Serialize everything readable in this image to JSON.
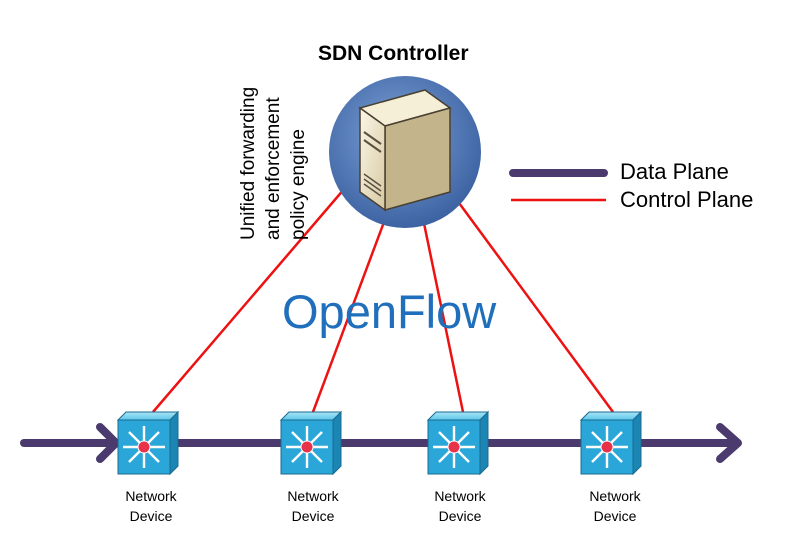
{
  "controller": {
    "title": "SDN Controller",
    "description_lines": [
      "Unified forwarding",
      "and enforcement",
      "policy engine"
    ]
  },
  "protocol_label": "OpenFlow",
  "legend": {
    "data_plane": "Data Plane",
    "control_plane": "Control Plane"
  },
  "devices": [
    {
      "line1": "Network",
      "line2": "Device"
    },
    {
      "line1": "Network",
      "line2": "Device"
    },
    {
      "line1": "Network",
      "line2": "Device"
    },
    {
      "line1": "Network",
      "line2": "Device"
    }
  ],
  "colors": {
    "data_plane": "#4a3a6e",
    "control_plane": "#ee1111",
    "controller_circle": "#4a73b0",
    "openflow_text": "#1f6fbd",
    "switch": "#2aa7d8"
  },
  "icons": {
    "controller": "server-icon",
    "device": "switch-icon"
  }
}
